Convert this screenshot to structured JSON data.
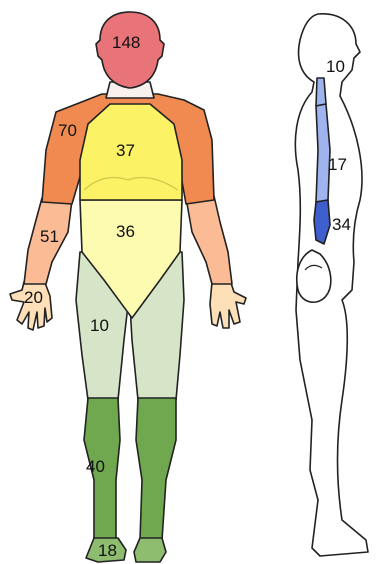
{
  "front_figure": {
    "regions": [
      {
        "id": "head",
        "value": "148",
        "color": "#e8747a"
      },
      {
        "id": "shoulders-arms",
        "value": "70",
        "color": "#f08a50"
      },
      {
        "id": "chest",
        "value": "37",
        "color": "#fbf265"
      },
      {
        "id": "abdomen",
        "value": "36",
        "color": "#fdfbb0"
      },
      {
        "id": "forearms",
        "value": "51",
        "color": "#fbbc95"
      },
      {
        "id": "hands",
        "value": "20",
        "color": "#fde0b8"
      },
      {
        "id": "thighs",
        "value": "10",
        "color": "#d6e4c8"
      },
      {
        "id": "lower-legs",
        "value": "40",
        "color": "#6fa84e"
      },
      {
        "id": "feet",
        "value": "18",
        "color": "#8fbd70"
      }
    ]
  },
  "side_figure": {
    "regions": [
      {
        "id": "upper-spine",
        "value": "10",
        "color": "#9fb3ee"
      },
      {
        "id": "mid-spine",
        "value": "17",
        "color": "#9fb3ee"
      },
      {
        "id": "lower-spine",
        "value": "34",
        "color": "#3f5fcf"
      }
    ]
  }
}
